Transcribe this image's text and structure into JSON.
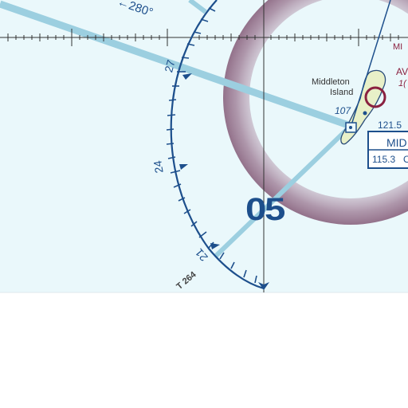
{
  "colors": {
    "water": "#eaf8fb",
    "blank": "#ffffff",
    "airway": "#9ccfe0",
    "compass": "#1d4f8c",
    "airspace_ring": "#8e6a84",
    "restricted": "#8a2140",
    "island": "#e8f0c8",
    "land_outline": "#2b4d7a",
    "text_dark": "#333333",
    "freq_box": "#1d4f8c"
  },
  "route_label": "←280°",
  "compass_rose": {
    "labels": [
      "27",
      "24",
      "21"
    ]
  },
  "sector_number": "05",
  "victor_airway": "T 264",
  "island": {
    "name_line1": "Middleton",
    "name_line2": "Island",
    "elevation": "107"
  },
  "frequencies": {
    "freq_top": "121.5",
    "vor_freq": "115.3",
    "box_ident": "MID",
    "box_partial": "O",
    "top_right_ident": "MI"
  },
  "airport_partial": {
    "letters": "AV",
    "sub": "1("
  }
}
